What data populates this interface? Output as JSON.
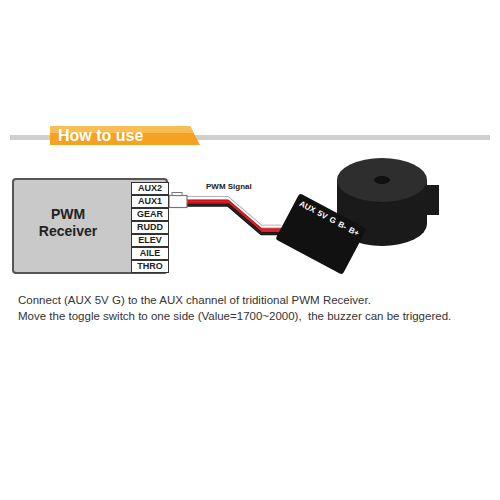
{
  "diagram": {
    "title": "How to use",
    "caption": "Connect (AUX 5V G) to the AUX channel of triditional PWM Receiver.",
    "nodes": [
      {
        "text": [
          "PWM Receiver"
        ]
      },
      {
        "text": [
          "AUX2"
        ],
        "in": 0
      },
      {
        "text": [
          "AUX1"
        ],
        "in": 0
      },
      {
        "text": [
          "GEAR"
        ],
        "in": 0
      },
      {
        "text": [
          "RUDD"
        ],
        "in": 0
      },
      {
        "text": [
          "ELEV"
        ],
        "in": 0
      },
      {
        "text": [
          "AILE"
        ],
        "in": 0
      },
      {
        "text": [
          "THRO"
        ],
        "in": 0
      },
      {
        "text": [
          "AUX",
          "5V",
          "G",
          "B-",
          "B+"
        ]
      }
    ],
    "edges": [
      {
        "from": 2,
        "to": 8,
        "arrow": "none",
        "label": "PWM Signal"
      }
    ],
    "labels": [
      "Move the toggle switch to one side (Value=1700~2000),  the buzzer can be triggered."
    ]
  }
}
